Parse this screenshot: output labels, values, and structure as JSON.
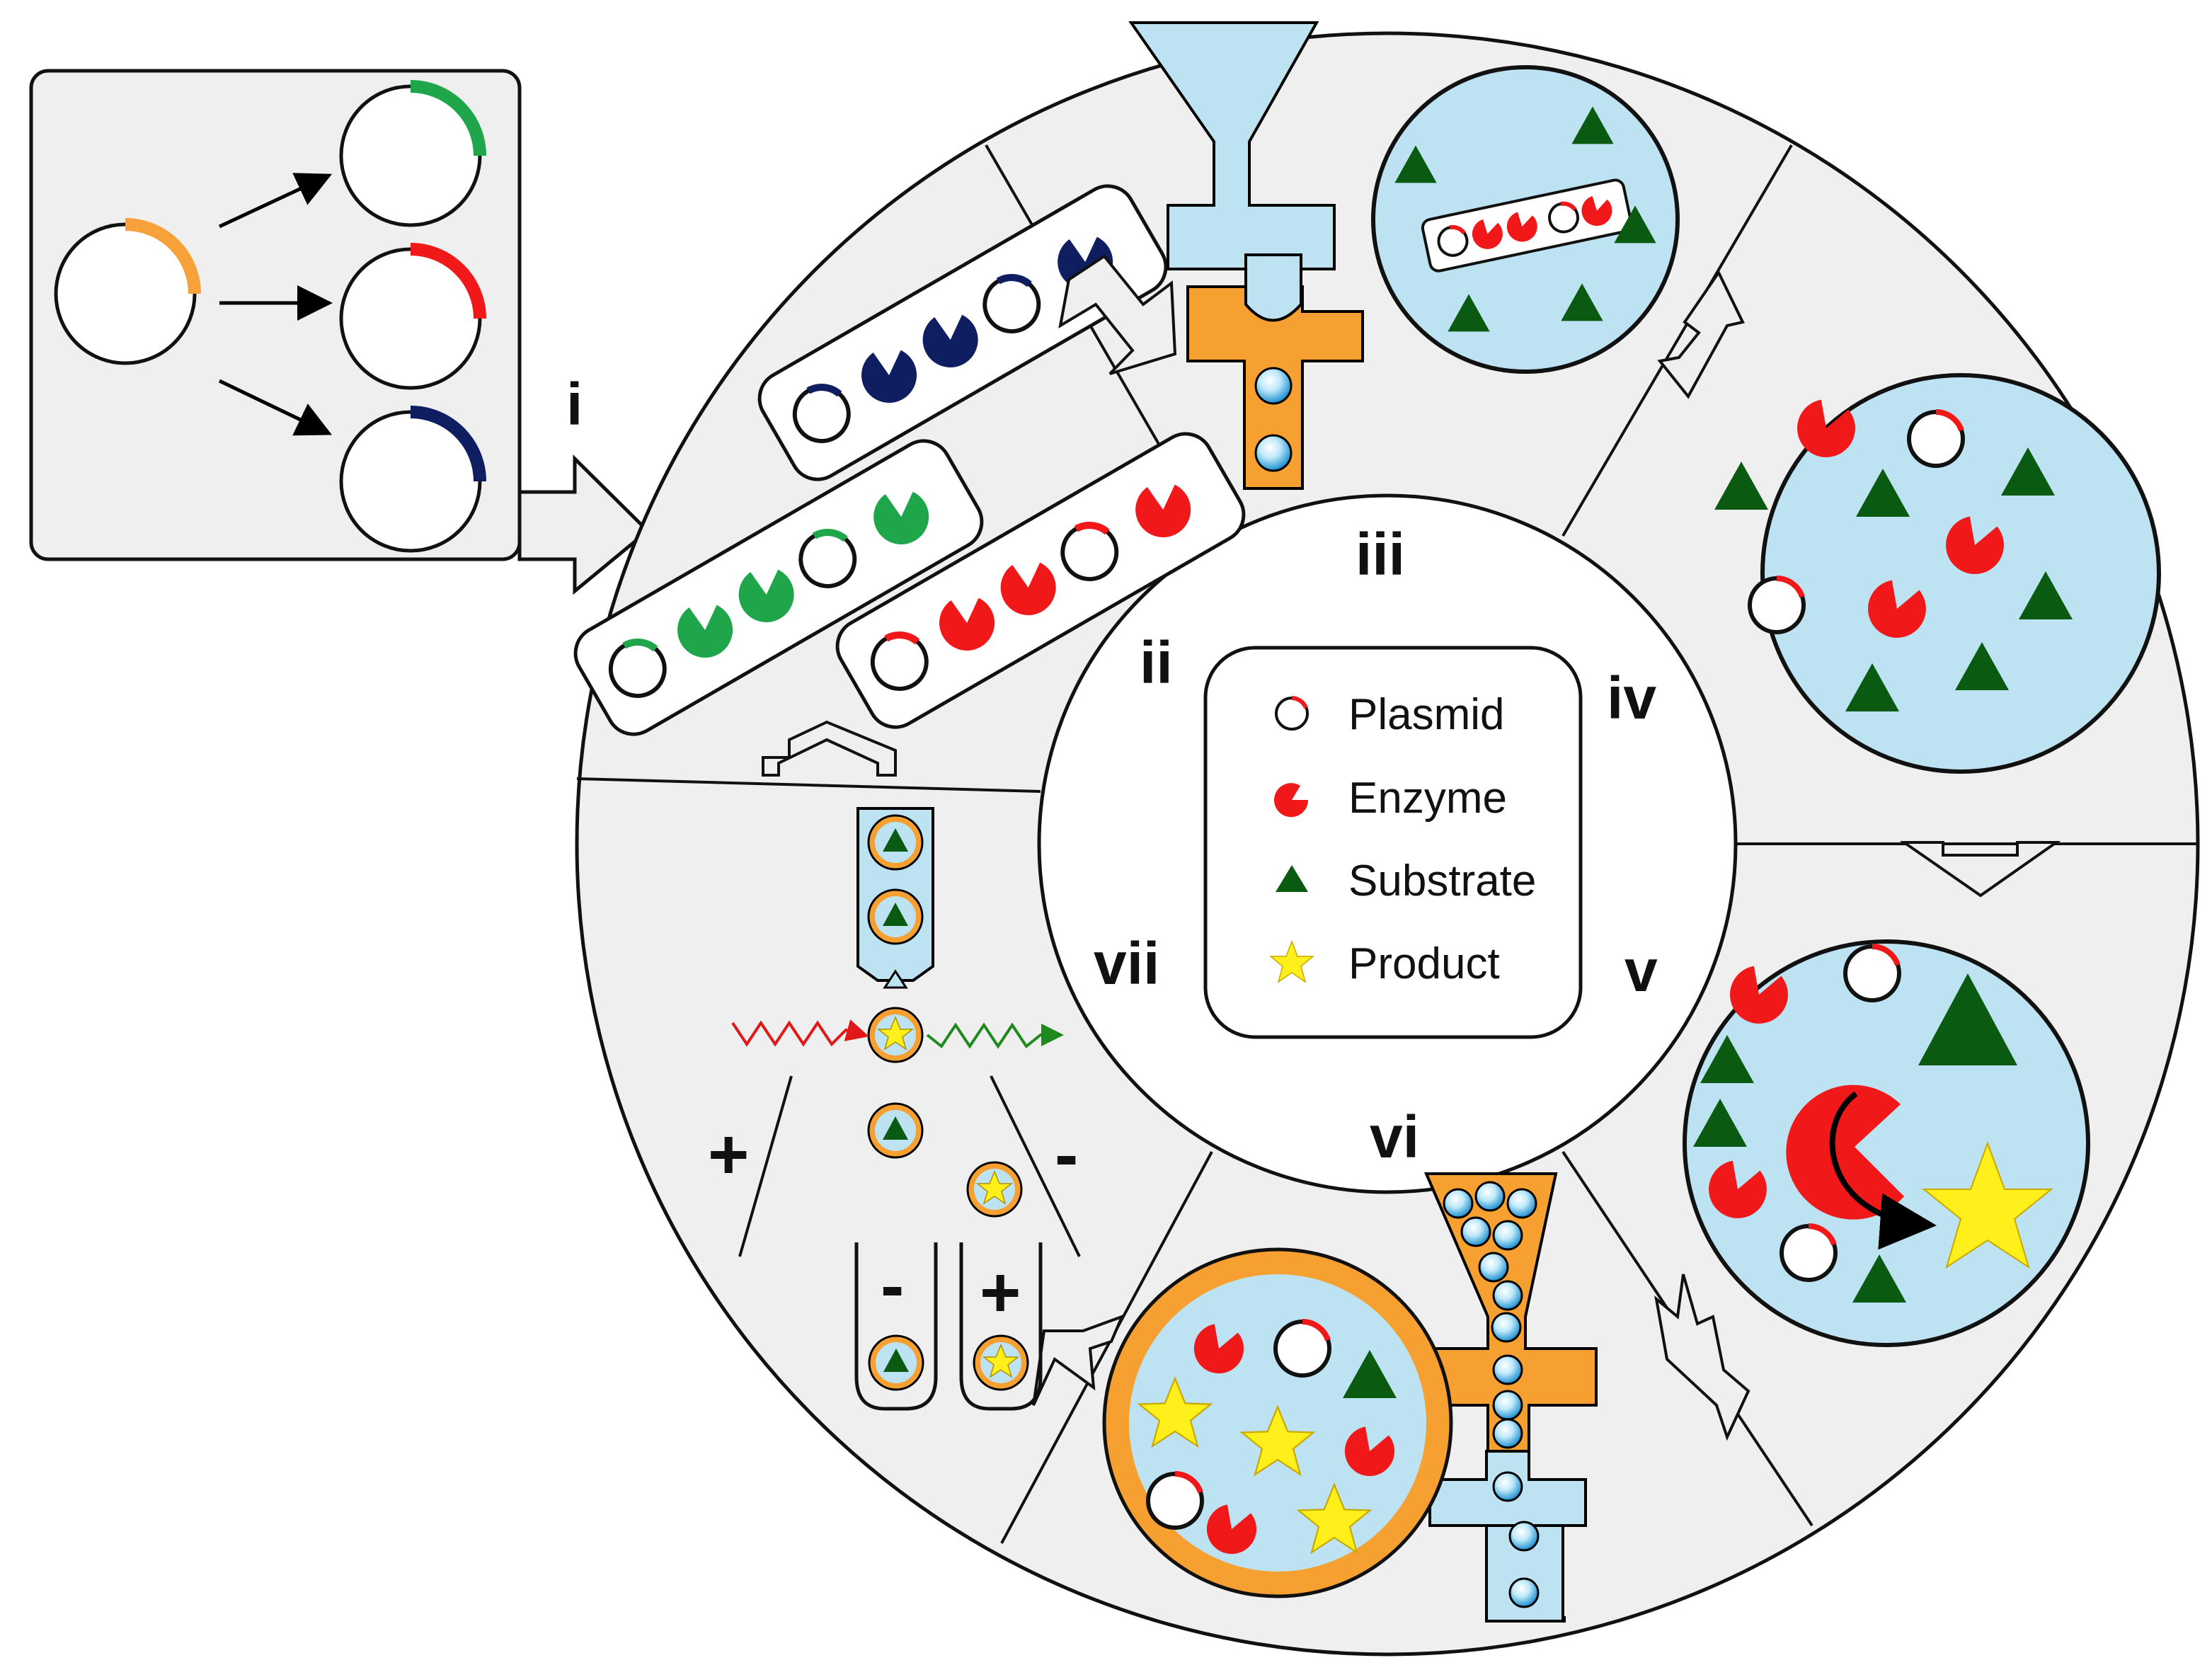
{
  "labels": {
    "i": "i",
    "ii": "ii",
    "iii": "iii",
    "iv": "iv",
    "v": "v",
    "vi": "vi",
    "vii": "vii"
  },
  "legend": {
    "plasmid": "Plasmid",
    "enzyme": "Enzyme",
    "substrate": "Substrate",
    "product": "Product"
  },
  "signs": {
    "sort_positive": "+",
    "sort_negative": "-",
    "tube_negative": "-",
    "tube_positive": "+"
  },
  "colors": {
    "variant_orange": "#f7a13a",
    "variant_green": "#1fa64a",
    "variant_red": "#f01818",
    "variant_navy": "#0e1e60",
    "droplet_blue": "#bde3f2",
    "oil_orange": "#f5a030",
    "substrate": "#0b5a12",
    "product": "#ffef1a",
    "panel_gray": "#efefef"
  },
  "icons": {
    "plasmid": "plasmid-circle-icon",
    "enzyme": "enzyme-pacman-icon",
    "substrate": "substrate-triangle-icon",
    "product": "product-star-icon"
  }
}
